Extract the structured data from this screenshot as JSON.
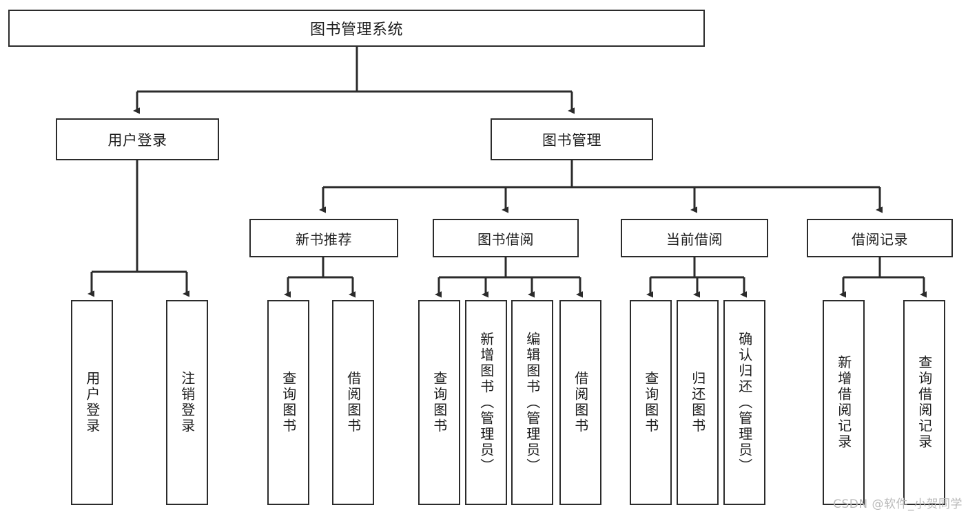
{
  "diagram": {
    "title": "图书管理系统",
    "type": "tree",
    "watermark": "CSDN @软件_小贺同学",
    "colors": {
      "box_border": "#2b2b2b",
      "box_fill": "#ffffff",
      "line": "#2b2b2b",
      "text": "#1d1d1d",
      "watermark": "#b9b9b9",
      "background": "#ffffff"
    },
    "root": {
      "label": "图书管理系统"
    },
    "level1": [
      {
        "id": "user-login",
        "label": "用户登录"
      },
      {
        "id": "book-manage",
        "label": "图书管理"
      }
    ],
    "level2": [
      {
        "id": "new-book-recommend",
        "label": "新书推荐",
        "parent": "book-manage"
      },
      {
        "id": "book-borrow",
        "label": "图书借阅",
        "parent": "book-manage"
      },
      {
        "id": "current-borrow",
        "label": "当前借阅",
        "parent": "book-manage"
      },
      {
        "id": "borrow-record",
        "label": "借阅记录",
        "parent": "book-manage"
      }
    ],
    "leaves": [
      {
        "id": "leaf-user-login",
        "label": "用户登录",
        "parent": "user-login"
      },
      {
        "id": "leaf-logout-login",
        "label": "注销登录",
        "parent": "user-login"
      },
      {
        "id": "leaf-query-book-1",
        "label": "查询图书",
        "parent": "new-book-recommend"
      },
      {
        "id": "leaf-borrow-book-1",
        "label": "借阅图书",
        "parent": "new-book-recommend"
      },
      {
        "id": "leaf-query-book-2",
        "label": "查询图书",
        "parent": "book-borrow"
      },
      {
        "id": "leaf-add-book",
        "label": "新增图书（管理员）",
        "parent": "book-borrow"
      },
      {
        "id": "leaf-edit-book",
        "label": "编辑图书（管理员）",
        "parent": "book-borrow"
      },
      {
        "id": "leaf-borrow-book-2",
        "label": "借阅图书",
        "parent": "book-borrow"
      },
      {
        "id": "leaf-query-book-3",
        "label": "查询图书",
        "parent": "current-borrow"
      },
      {
        "id": "leaf-return-book",
        "label": "归还图书",
        "parent": "current-borrow"
      },
      {
        "id": "leaf-confirm-return",
        "label": "确认归还（管理员）",
        "parent": "current-borrow"
      },
      {
        "id": "leaf-add-borrow-record",
        "label": "新增借阅记录",
        "parent": "borrow-record"
      },
      {
        "id": "leaf-query-borrow-record",
        "label": "查询借阅记录",
        "parent": "borrow-record"
      }
    ]
  }
}
